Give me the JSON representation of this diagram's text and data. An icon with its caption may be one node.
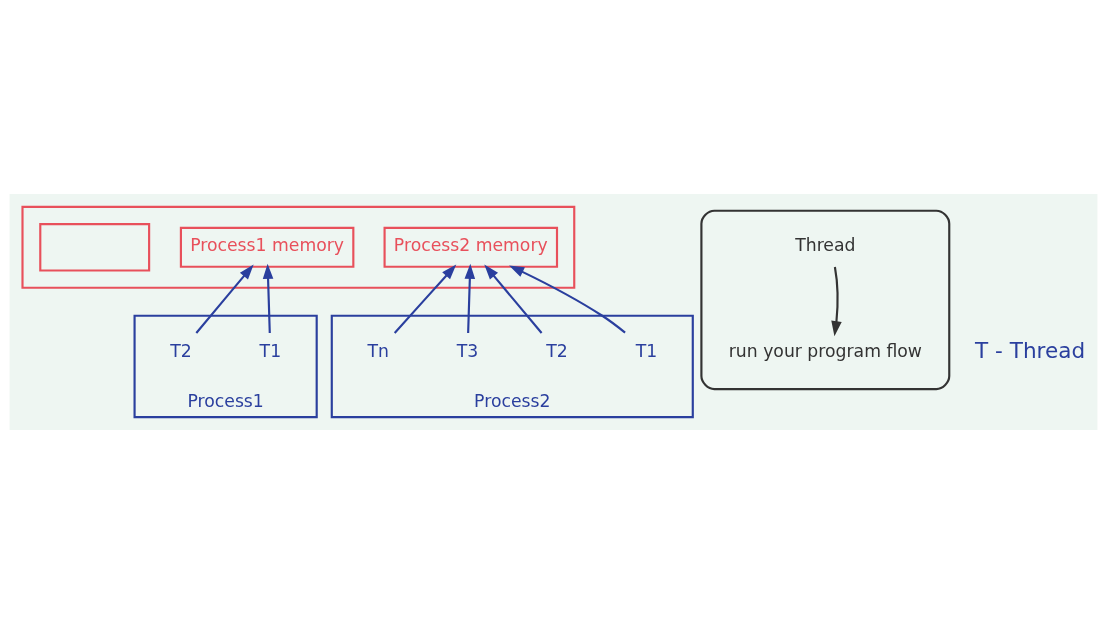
{
  "diagram": {
    "nodes": [
      {
        "text": [],
        "shape": "box"
      },
      {
        "text": [
          "Process1 memory"
        ],
        "in": 0
      },
      {
        "text": [
          "Process2 memory"
        ],
        "in": 0
      },
      {
        "text": [],
        "shape": "box",
        "in": 0
      },
      {
        "text": [
          "Process1"
        ]
      },
      {
        "text": [
          "T1"
        ],
        "in": 4
      },
      {
        "text": [
          "T2"
        ],
        "in": 4
      },
      {
        "text": [
          "Process2"
        ]
      },
      {
        "text": [
          "T1"
        ],
        "in": 7
      },
      {
        "text": [
          "T2"
        ],
        "in": 7
      },
      {
        "text": [
          "T3"
        ],
        "in": 7
      },
      {
        "text": [
          "Tn"
        ],
        "in": 7
      },
      {
        "text": [],
        "shape": "box"
      },
      {
        "text": [
          "Thread"
        ],
        "in": 12
      },
      {
        "text": [
          "run your program flow"
        ],
        "in": 12
      }
    ],
    "edges": [
      {
        "from": 5,
        "to": 1,
        "arrow": "to"
      },
      {
        "from": 6,
        "to": 1,
        "arrow": "to"
      },
      {
        "from": 8,
        "to": 2,
        "arrow": "to"
      },
      {
        "from": 9,
        "to": 2,
        "arrow": "to"
      },
      {
        "from": 10,
        "to": 2,
        "arrow": "to"
      },
      {
        "from": 11,
        "to": 2,
        "arrow": "to"
      },
      {
        "from": 13,
        "to": 14,
        "arrow": "to",
        "color": "#333333"
      }
    ],
    "labels": [
      "T - Thread"
    ]
  }
}
